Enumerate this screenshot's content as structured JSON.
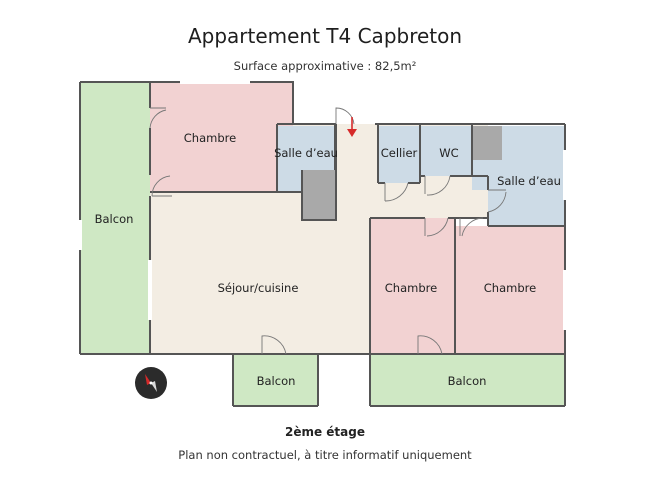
{
  "header": {
    "title": "Appartement T4 Capbreton",
    "subtitle": "Surface approximative : 82,5m²"
  },
  "rooms": {
    "balcon_left": "Balcon",
    "chambre_top": "Chambre",
    "salle_eau_1": "Salle d’eau",
    "cellier": "Cellier",
    "wc": "WC",
    "salle_eau_2": "Salle d’eau",
    "sejour": "Séjour/cuisine",
    "chambre_mid": "Chambre",
    "chambre_right": "Chambre",
    "balcon_bottom_small": "Balcon",
    "balcon_bottom_large": "Balcon"
  },
  "footer": {
    "floor": "2ème étage",
    "disclaimer": "Plan non contractuel, à titre informatif uniquement"
  },
  "colors": {
    "balcony": "#cfe8c4",
    "bedroom": "#f2d2d2",
    "bathroom": "#cddbe6",
    "living": "#f3ede3",
    "storage": "#a9a9a9",
    "wall": "#555555",
    "entry_arrow": "#d62a2a"
  },
  "icons": {
    "compass": "compass-icon",
    "entry": "entry-arrow-icon"
  }
}
